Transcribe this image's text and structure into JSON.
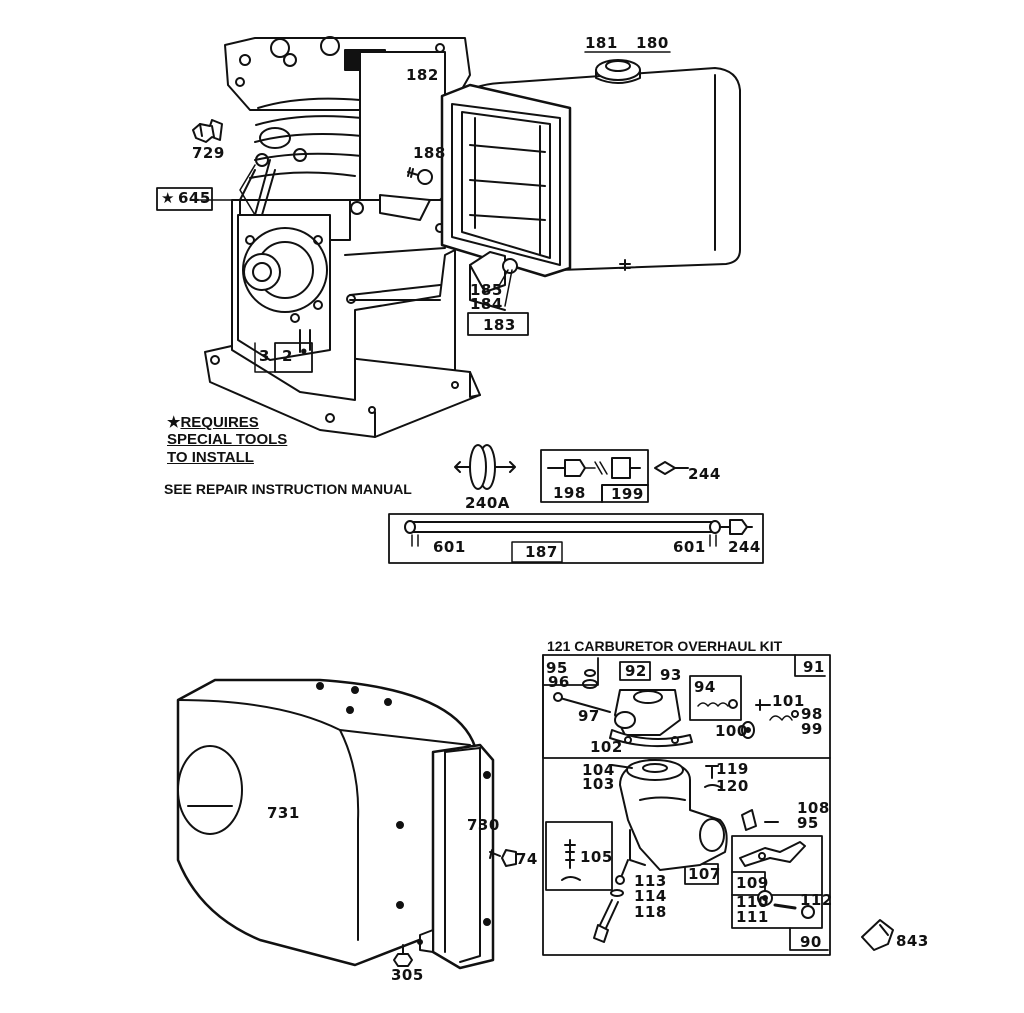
{
  "notes": {
    "star_line1": "REQUIRES",
    "star_line2": "SPECIAL TOOLS",
    "star_line3": "TO INSTALL",
    "see_manual": "SEE REPAIR INSTRUCTION MANUAL",
    "carb_kit": "121 CARBURETOR OVERHAUL KIT"
  },
  "parts": {
    "p181": "181",
    "p180": "180",
    "p182": "182",
    "p729": "729",
    "p188": "188",
    "p645": "645",
    "p185": "185",
    "p184": "184",
    "p183": "183",
    "p3": "3",
    "p2": "2",
    "p240A": "240A",
    "p198": "198",
    "p199": "199",
    "p244a": "244",
    "p601a": "601",
    "p187": "187",
    "p601b": "601",
    "p244b": "244",
    "p731": "731",
    "p730": "730",
    "p74": "74",
    "p305": "305",
    "p91": "91",
    "p95a": "95",
    "p96": "96",
    "p92": "92",
    "p93": "93",
    "p94": "94",
    "p101": "101",
    "p97": "97",
    "p98": "98",
    "p99": "99",
    "p100": "100",
    "p102": "102",
    "p104": "104",
    "p103": "103",
    "p119": "119",
    "p120": "120",
    "p108": "108",
    "p95b": "95",
    "p105": "105",
    "p107": "107",
    "p109": "109",
    "p113": "113",
    "p114": "114",
    "p118": "118",
    "p110": "110",
    "p111": "111",
    "p112": "112",
    "p90": "90",
    "p843": "843"
  }
}
